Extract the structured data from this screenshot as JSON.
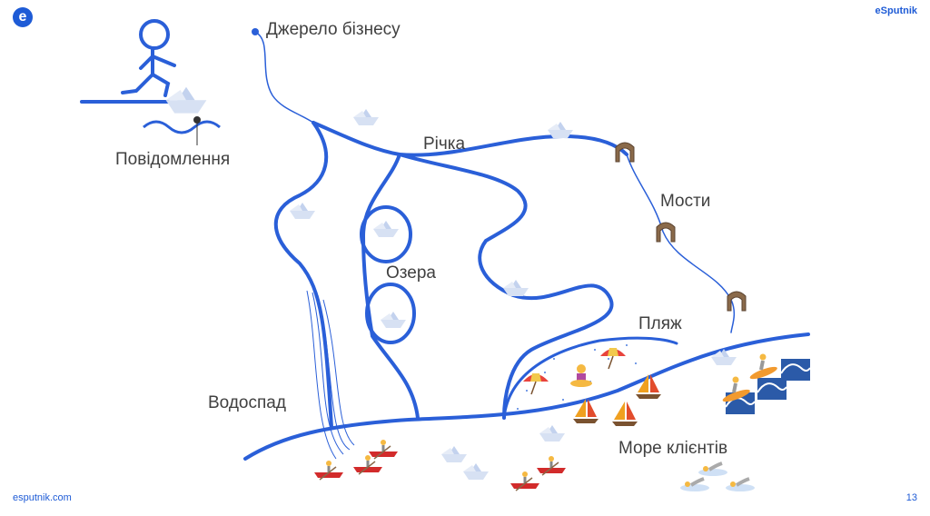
{
  "header": {
    "brand": "eSputnik",
    "logo_letter": "e"
  },
  "footer": {
    "site": "esputnik.com",
    "page_number": "13"
  },
  "diagram": {
    "labels": {
      "source": "Джерело бізнесу",
      "river": "Річка",
      "bridges": "Мости",
      "lakes": "Озера",
      "beach": "Пляж",
      "waterfall": "Водоспад",
      "sea": "Море клієнтів",
      "message": "Повідомлення"
    }
  },
  "colors": {
    "river": "#2a5fd8",
    "brand": "#1e5bd6",
    "text": "#404040"
  }
}
